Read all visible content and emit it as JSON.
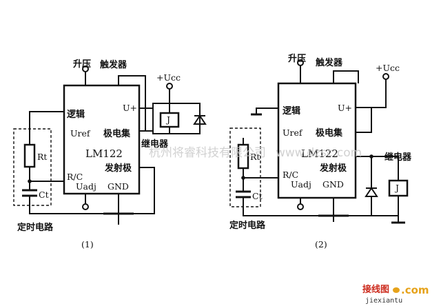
{
  "left": {
    "boost": "升压",
    "trigger": "触发器",
    "vcc": "+Ucc",
    "logic": "逻辑",
    "u_plus": "U+",
    "uref": "Uref",
    "collector": "极电集",
    "relay": "继电器",
    "chip": "LM122",
    "emitter": "发射极",
    "rc": "R/C",
    "uadj": "Uadj",
    "gnd": "GND",
    "rt": "Rt",
    "ct": "Ct",
    "relay_coil": "J",
    "timing": "定时电路",
    "caption": "(1)"
  },
  "right": {
    "boost": "升压",
    "trigger": "触发器",
    "vcc": "+Ucc",
    "logic": "逻辑",
    "u_plus": "U+",
    "uref": "Uref",
    "collector": "极电集",
    "relay": "继电器",
    "chip": "LM122",
    "emitter": "发射极",
    "rc": "R/C",
    "uadj": "Uadj",
    "gnd": "GND",
    "rt": "Rt",
    "ct": "Ct",
    "relay_coil": "J",
    "timing": "定时电路",
    "caption": "(2)"
  },
  "watermark": {
    "text1": "杭州将睿科技有限公司",
    "text2": "www.dzsc.com"
  },
  "logo": {
    "cn": "接线图",
    "com": ".com",
    "domain": "jiexiantu"
  }
}
